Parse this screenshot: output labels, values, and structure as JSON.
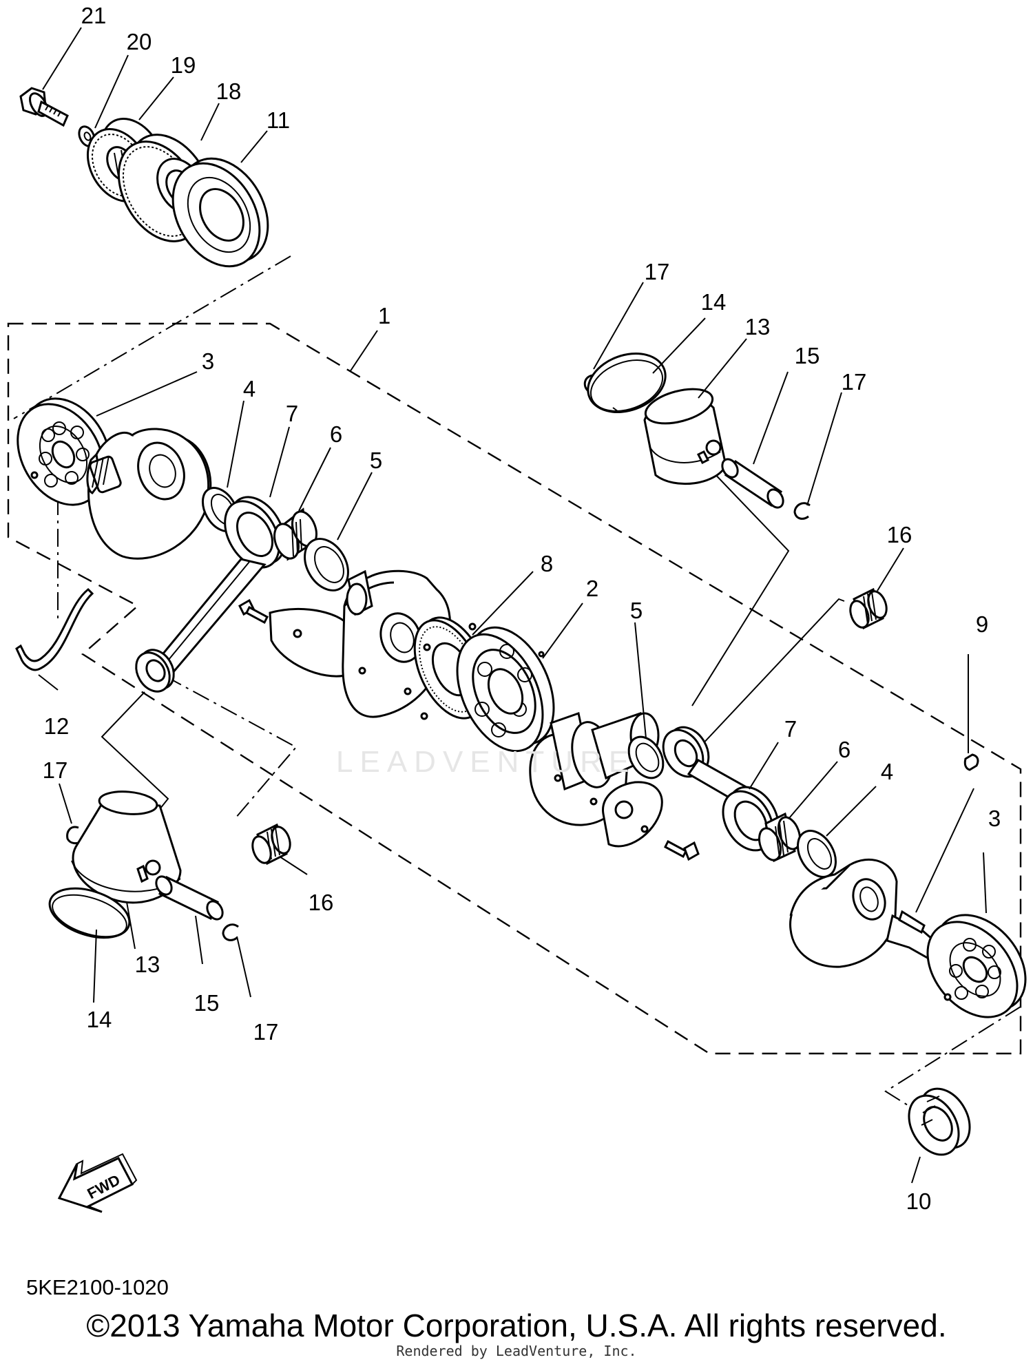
{
  "diagram": {
    "code": "5KE2100-1020",
    "copyright": "©2013 Yamaha Motor Corporation, U.S.A. All rights reserved.",
    "rendered_by": "Rendered by LeadVenture, Inc.",
    "watermark": "LEADVENTURE",
    "fwd_label": "FWD",
    "callouts": {
      "c21": "21",
      "c20": "20",
      "c19": "19",
      "c18": "18",
      "c11": "11",
      "c1": "1",
      "c3a": "3",
      "c4a": "4",
      "c7a": "7",
      "c6a": "6",
      "c5a": "5",
      "c17a": "17",
      "c14a": "14",
      "c13a": "13",
      "c15a": "15",
      "c17b": "17",
      "c16a": "16",
      "c8": "8",
      "c2": "2",
      "c5b": "5",
      "c9": "9",
      "c7b": "7",
      "c6b": "6",
      "c4b": "4",
      "c3b": "3",
      "c12": "12",
      "c17c": "17",
      "c16b": "16",
      "c13b": "13",
      "c14b": "14",
      "c15b": "15",
      "c17d": "17",
      "c10": "10"
    },
    "parts": {
      "p1": "crankshaft-assembly",
      "p2": "bearing",
      "p3": "bearing",
      "p4": "washer",
      "p5": "washer",
      "p6": "bearing",
      "p7": "connecting-rod",
      "p8": "oil-seal-plate",
      "p9": "woodruff-key",
      "p10": "oil-seal",
      "p11": "oil-seal",
      "p12": "circlip",
      "p13": "piston",
      "p14": "piston-ring",
      "p15": "piston-pin",
      "p16": "bearing",
      "p17": "circlip",
      "p18": "gear",
      "p19": "gear",
      "p20": "washer",
      "p21": "bolt"
    }
  }
}
